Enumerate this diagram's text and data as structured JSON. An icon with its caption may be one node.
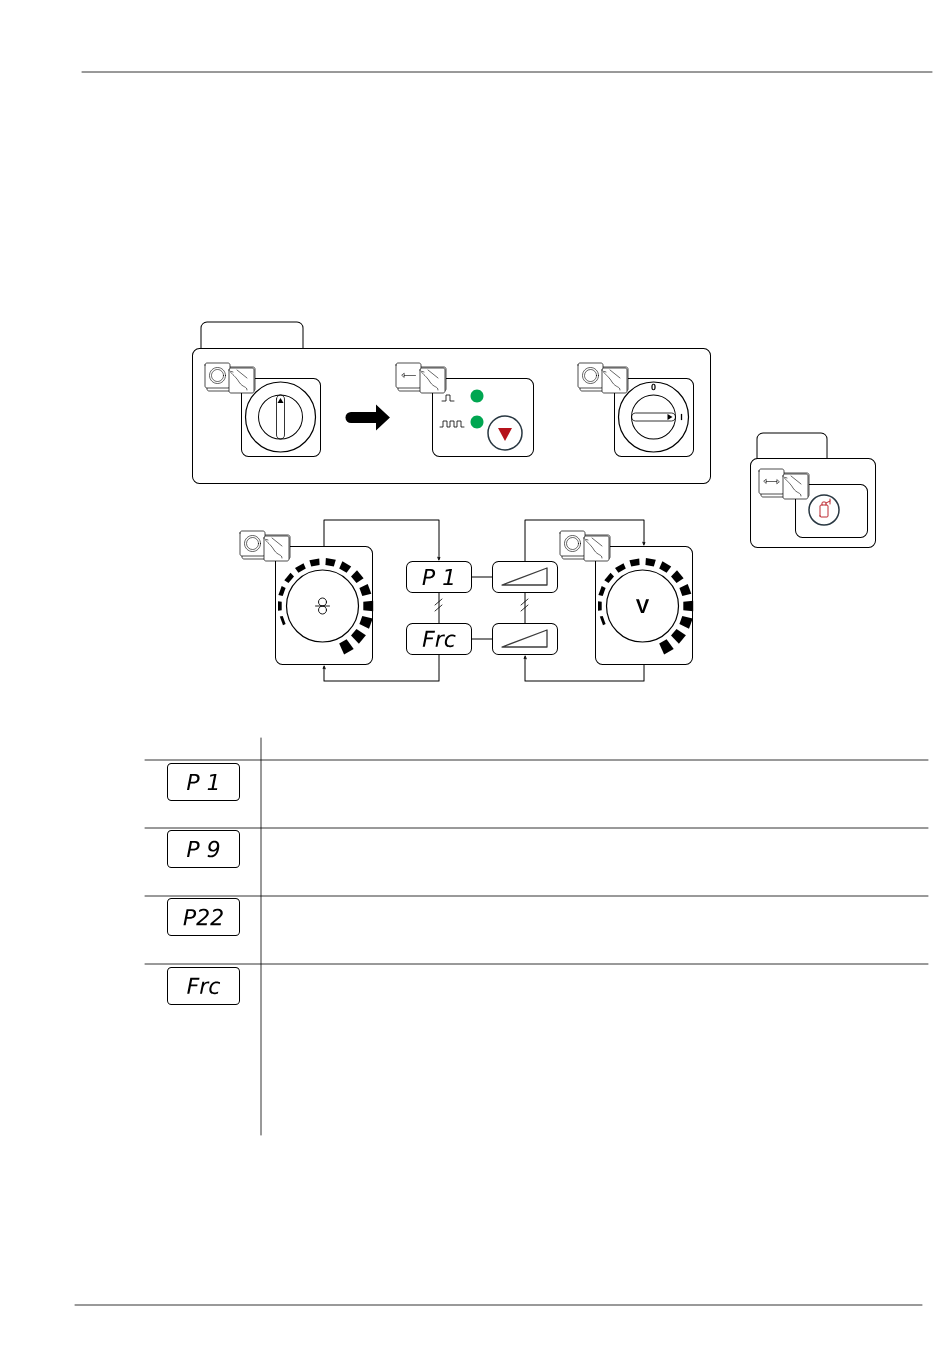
{
  "diagram": {
    "nodes": [
      {
        "text": [],
        "shape": "box"
      },
      {
        "text": [],
        "shape": "box",
        "in": 0
      },
      {
        "text": [],
        "shape": "box",
        "in": 0
      },
      {
        "text": [
          "0",
          "I"
        ],
        "in": 0
      },
      {
        "text": [],
        "shape": "box"
      },
      {
        "text": [],
        "shape": "box",
        "in": 4
      },
      {
        "text": [],
        "shape": "box"
      },
      {
        "text": [
          "P 1"
        ]
      },
      {
        "text": [
          "Frc"
        ]
      },
      {
        "text": [],
        "shape": "box"
      },
      {
        "text": [],
        "shape": "box"
      },
      {
        "text": [
          "V"
        ]
      }
    ],
    "edges": [
      {
        "from": 1,
        "to": 2,
        "arrow": "to",
        "style": "thick"
      },
      {
        "from": 6,
        "to": 7,
        "arrow": "to"
      },
      {
        "from": 8,
        "to": 6,
        "arrow": "to"
      },
      {
        "from": 7,
        "to": 9,
        "arrow": "none"
      },
      {
        "from": 8,
        "to": 10,
        "arrow": "none"
      },
      {
        "from": 7,
        "to": 8,
        "arrow": "none"
      },
      {
        "from": 9,
        "to": 10,
        "arrow": "none"
      },
      {
        "from": 9,
        "to": 11,
        "arrow": "to"
      },
      {
        "from": 11,
        "to": 10,
        "arrow": "to"
      }
    ],
    "labels": [
      "P 1",
      "P 9",
      "P22",
      "Frc"
    ]
  }
}
